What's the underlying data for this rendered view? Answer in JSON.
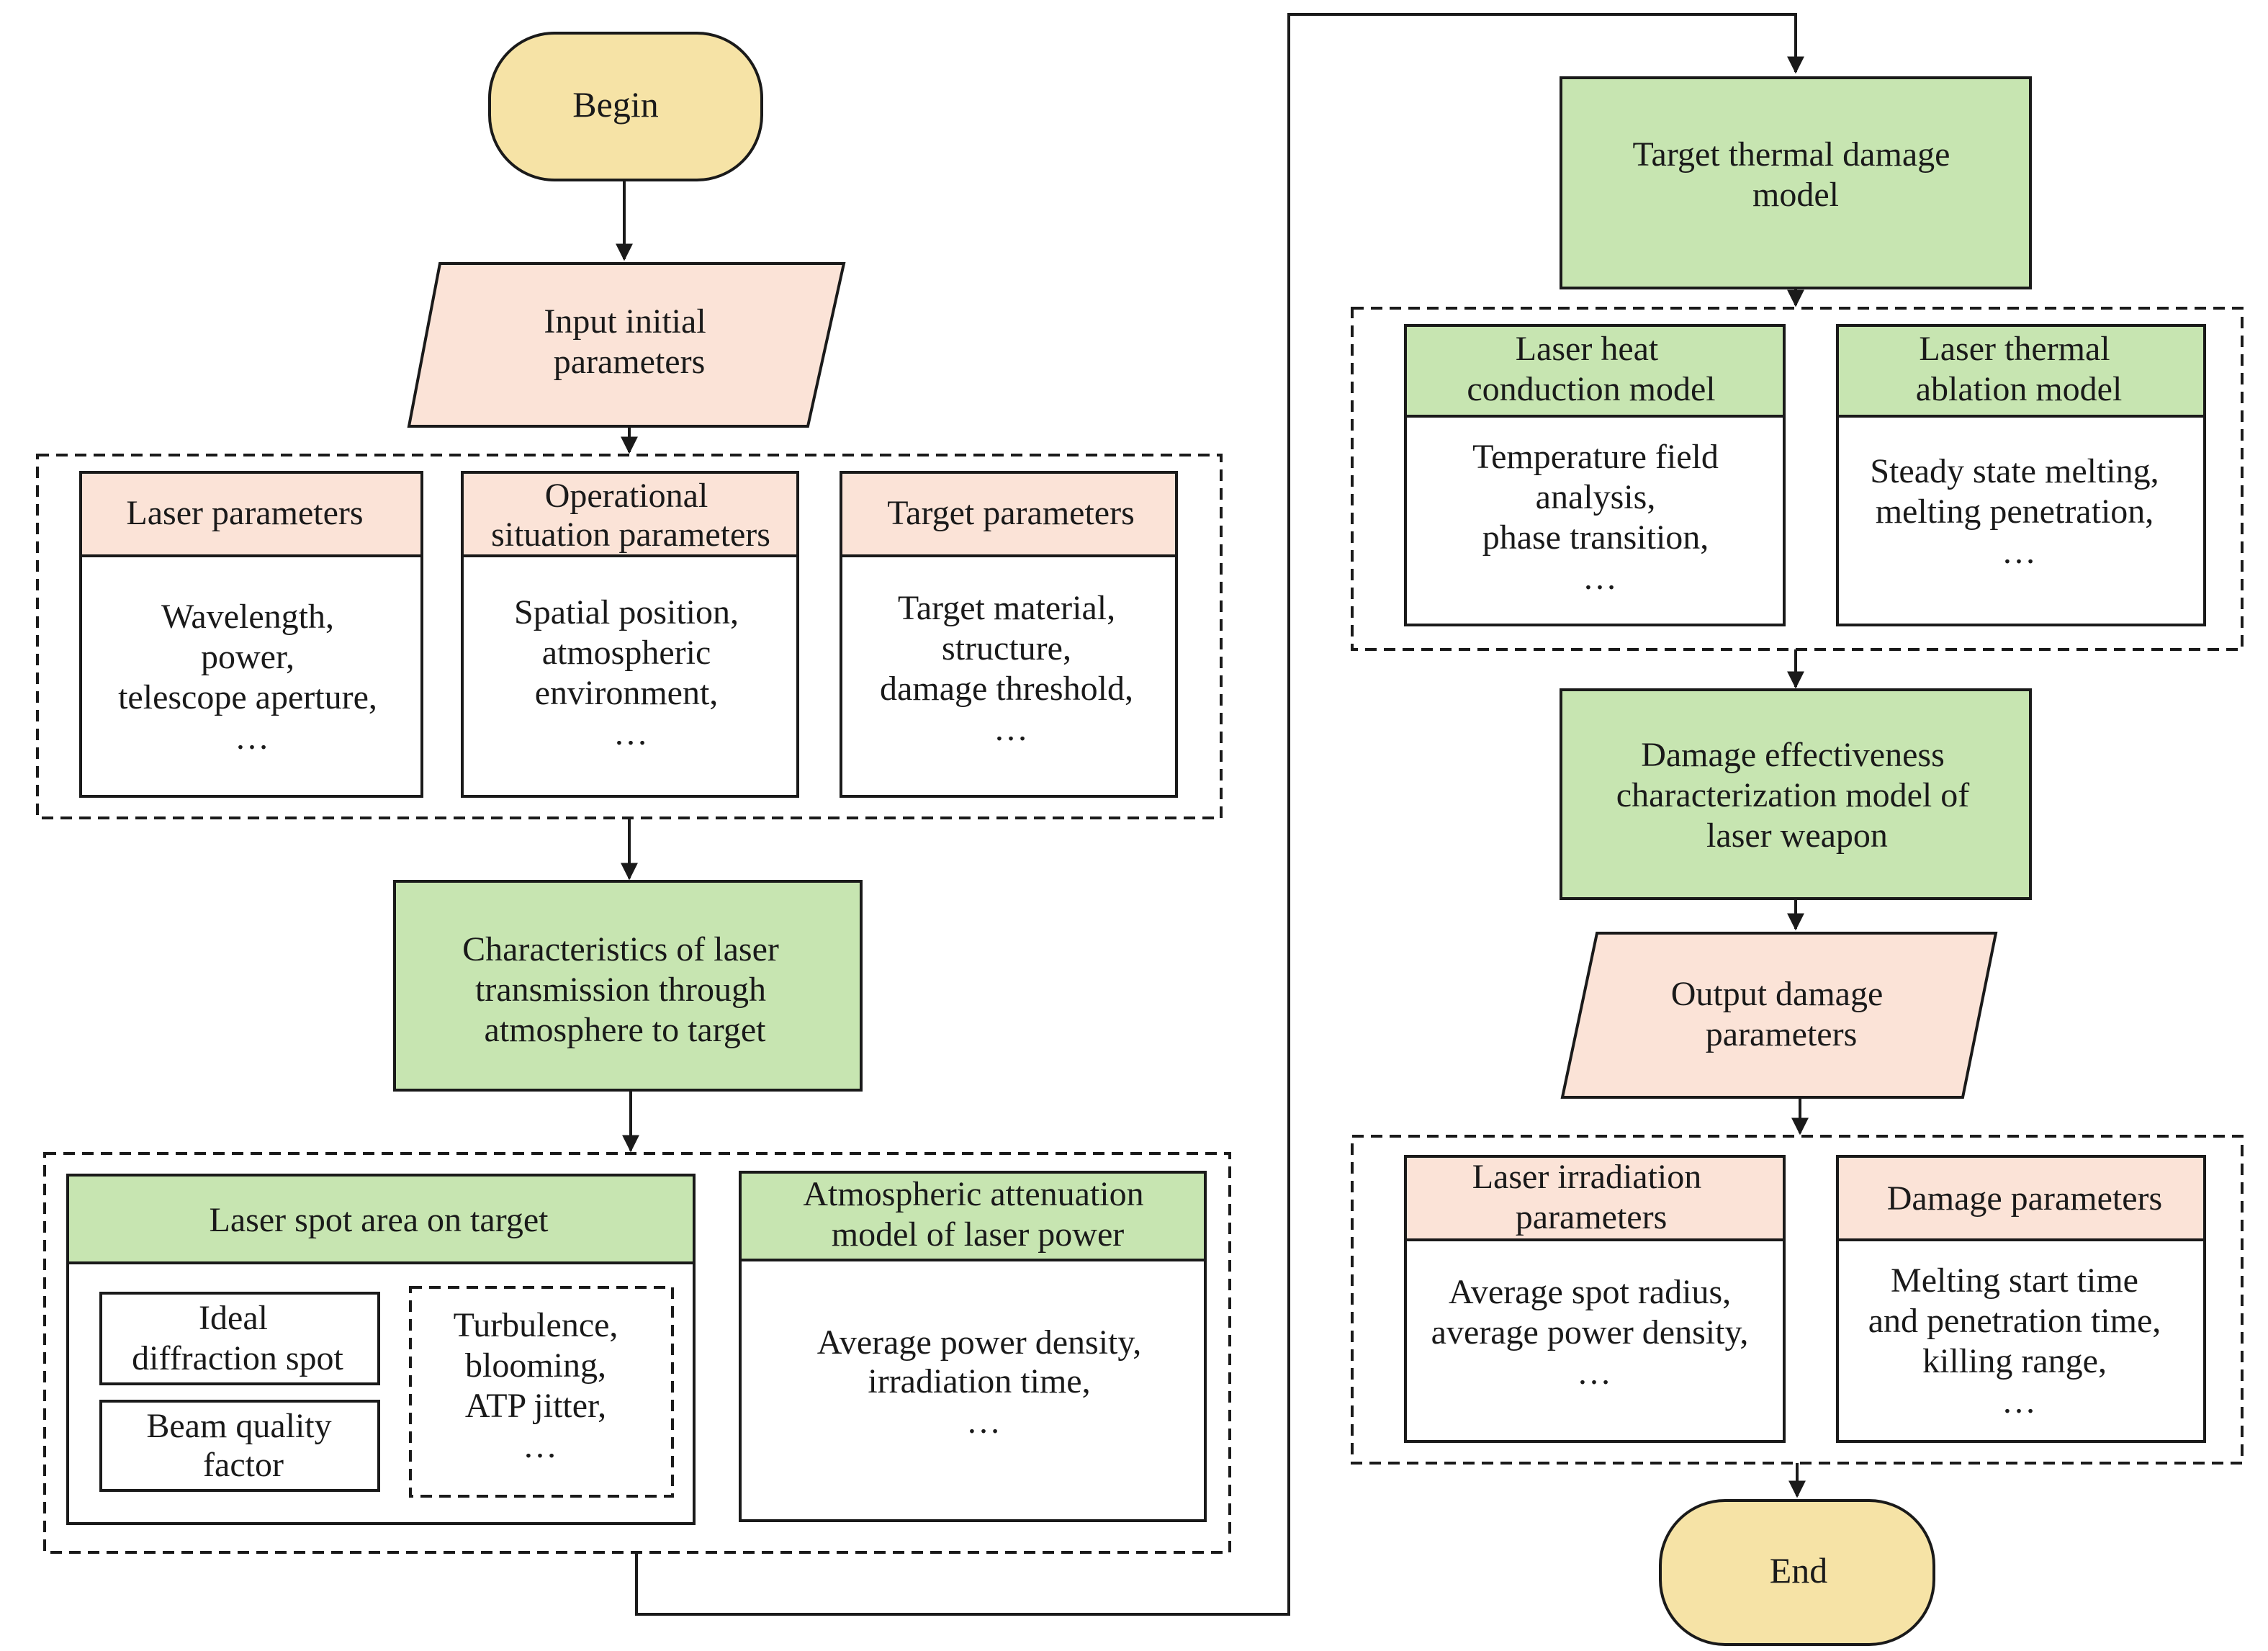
{
  "colors": {
    "terminal_fill": "#f6e3a6",
    "io_fill": "#fbe3d7",
    "process_fill": "#c7e5b1",
    "header_pink": "#fbe3d7",
    "header_green": "#c7e5b1",
    "stroke": "#1a1a1a"
  },
  "begin": "Begin",
  "input": [
    "Input initial",
    "parameters"
  ],
  "params": {
    "laser_header": [
      "Laser parameters"
    ],
    "laser_body": [
      "Wavelength,",
      "power,",
      "telescope aperture,",
      "…"
    ],
    "op_header": [
      "Operational",
      "situation parameters"
    ],
    "op_body": [
      "Spatial position,",
      "atmospheric",
      "environment,",
      "…"
    ],
    "target_header": [
      "Target parameters"
    ],
    "target_body": [
      "Target material,",
      "structure,",
      "damage threshold,",
      "…"
    ]
  },
  "transmission": [
    "Characteristics of laser",
    "transmission through",
    "atmosphere to target"
  ],
  "spot": {
    "header": [
      "Laser spot area on target"
    ],
    "ideal": [
      "Ideal",
      "diffraction spot"
    ],
    "beam": [
      "Beam quality",
      "factor"
    ],
    "turb": [
      "Turbulence,",
      "blooming,",
      "ATP jitter,",
      "…"
    ]
  },
  "atten": {
    "header": [
      "Atmospheric attenuation",
      "model of laser power"
    ],
    "body": [
      "Average power density,",
      "irradiation time,",
      "…"
    ]
  },
  "thermal": [
    "Target thermal damage",
    "model"
  ],
  "heat": {
    "header": [
      "Laser heat",
      "conduction model"
    ],
    "body": [
      "Temperature field",
      "analysis,",
      "phase transition,",
      "…"
    ]
  },
  "ablation": {
    "header": [
      "Laser thermal",
      "ablation model"
    ],
    "body": [
      "Steady state melting,",
      "melting penetration,",
      "…"
    ]
  },
  "effectiveness": [
    "Damage effectiveness",
    "characterization model of",
    "laser weapon"
  ],
  "output": [
    "Output damage",
    "parameters"
  ],
  "irradiation": {
    "header": [
      "Laser irradiation",
      "parameters"
    ],
    "body": [
      "Average spot radius,",
      "average power density,",
      "…"
    ]
  },
  "damage": {
    "header": [
      "Damage parameters"
    ],
    "body": [
      "Melting start time",
      "and penetration time,",
      "killing range,",
      "…"
    ]
  },
  "end": "End"
}
